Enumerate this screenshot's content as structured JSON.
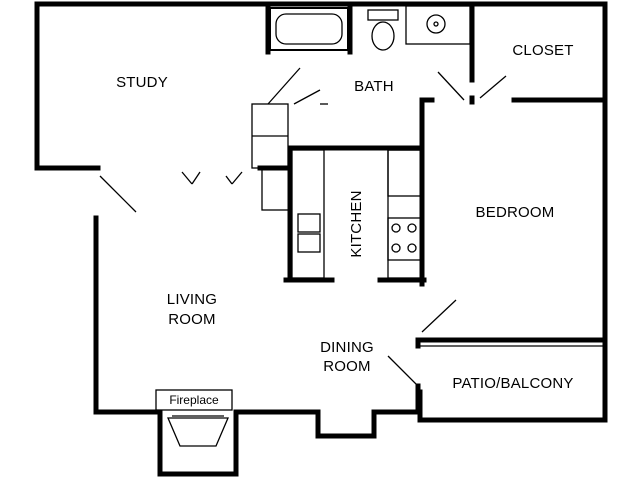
{
  "plan": {
    "rooms": {
      "study": "STUDY",
      "bath": "BATH",
      "closet": "CLOSET",
      "kitchen": "KITCHEN",
      "bedroom": "BEDROOM",
      "living_line1": "LIVING",
      "living_line2": "ROOM",
      "dining_line1": "DINING",
      "dining_line2": "ROOM",
      "patio": "PATIO/BALCONY",
      "fireplace": "Fireplace"
    }
  }
}
